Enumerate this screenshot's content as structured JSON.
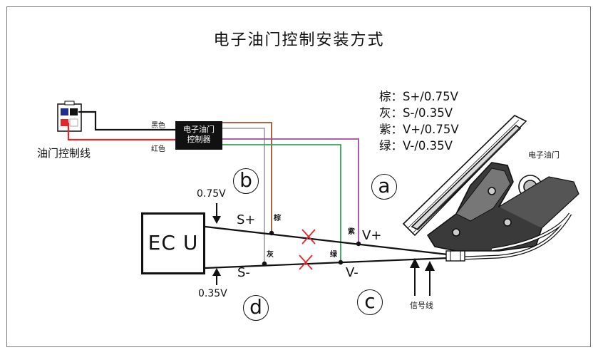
{
  "title": "电子油门控制安装方式",
  "legend": [
    "棕：S+/0.75V",
    "灰：S-/0.35V",
    "紫：V+/0.75V",
    "绿：V-/0.35V"
  ],
  "labels": {
    "connector_line": "油门控制线",
    "black_wire": "黑色",
    "red_wire": "红色",
    "controller_line1": "电子油门",
    "controller_line2": "控制器",
    "pedal": "电子油门",
    "ecu": "EC U",
    "s_plus": "S+",
    "s_minus": "S-",
    "v_plus": "V+",
    "v_minus": "V-",
    "volt_top": "0.75V",
    "volt_bottom": "0.35V",
    "signal_wire": "信号线",
    "tap_brown": "棕",
    "tap_grey": "灰",
    "tap_green": "绿",
    "tap_purple": "紫"
  },
  "circles": {
    "a": "a",
    "b": "b",
    "c": "c",
    "d": "d"
  },
  "colors": {
    "brown": "#a0522d",
    "grey": "#a9a9a9",
    "purple": "#a04aa0",
    "green": "#2ea55a",
    "red": "#e5242b",
    "black": "#111111",
    "cut_mark": "#e5242b",
    "connector_blue": "#1f2d8c"
  }
}
